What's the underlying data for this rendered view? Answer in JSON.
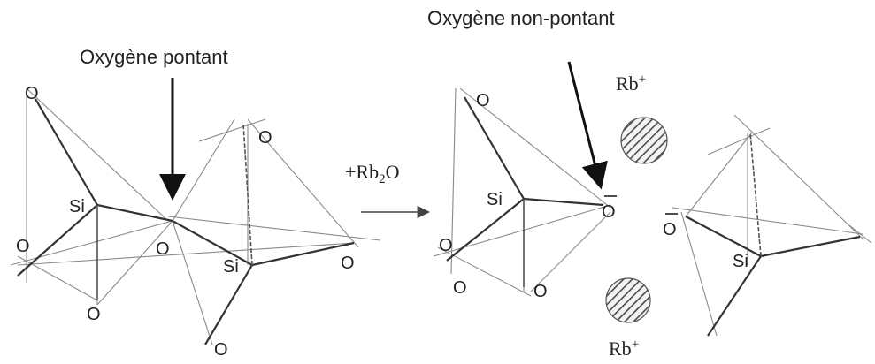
{
  "labels": {
    "bridging_oxygen": "Oxygène pontant",
    "non_bridging_oxygen": "Oxygène  non-pontant",
    "reaction": "+Rb",
    "reaction_sub": "2",
    "reaction_o": "O",
    "si": "Si",
    "o": "O",
    "o_bar": "O",
    "rb": "Rb",
    "rb_sup": "+"
  },
  "colors": {
    "line": "#8a8a8a",
    "bond": "#333333",
    "text": "#222222",
    "ion_fill": "#555555"
  }
}
